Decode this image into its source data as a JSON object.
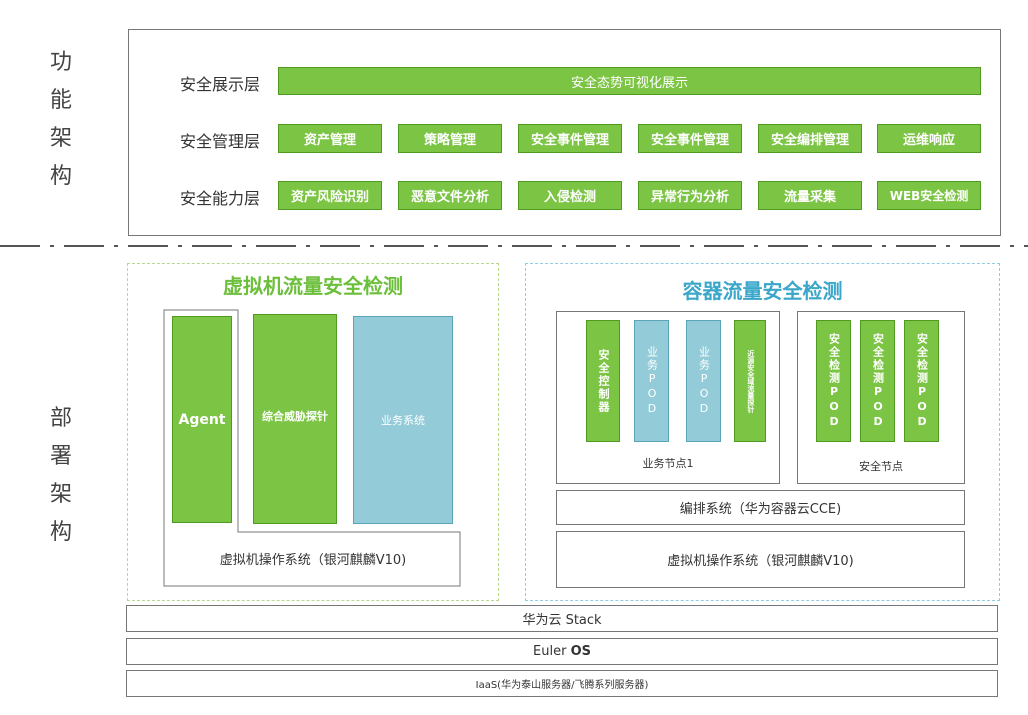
{
  "side_labels": {
    "function": [
      "功",
      "能",
      "架",
      "构"
    ],
    "deploy": [
      "部",
      "署",
      "架",
      "构"
    ]
  },
  "function_arch": {
    "layers": [
      {
        "label": "安全展示层",
        "items": [
          "安全态势可视化展示"
        ]
      },
      {
        "label": "安全管理层",
        "items": [
          "资产管理",
          "策略管理",
          "安全事件管理",
          "安全事件管理",
          "安全编排管理",
          "运维响应"
        ]
      },
      {
        "label": "安全能力层",
        "items": [
          "资产风险识别",
          "恶意文件分析",
          "入侵检测",
          "异常行为分析",
          "流量采集",
          "WEB安全检测"
        ]
      }
    ]
  },
  "vm_section": {
    "title": "虚拟机流量安全检测",
    "agent": "Agent",
    "probe": "综合威胁探针",
    "business": "业务系统",
    "os": "虚拟机操作系统（银河麒麟V10)"
  },
  "container_section": {
    "title": "容器流量安全检测",
    "business_node": {
      "label": "业务节点1",
      "controller": "安全控制器",
      "pod1": "业务POD",
      "pod2": "业务POD",
      "probe": "近源安全域流量探针"
    },
    "security_node": {
      "label": "安全节点",
      "pods": [
        "安全检测POD",
        "安全检测POD",
        "安全检测POD"
      ]
    },
    "orchestration": "编排系统（华为容器云CCE)",
    "os": "虚拟机操作系统（银河麒麟V10)"
  },
  "base_layers": {
    "stack": "华为云 Stack",
    "os_prefix": "Euler ",
    "os_bold": "OS",
    "iaas": "IaaS(华为泰山服务器/飞腾系列服务器)"
  },
  "colors": {
    "green": "#7cc444",
    "blue": "#93ccd8",
    "vm_title": "#6cbf3a",
    "container_title": "#3aa6c9"
  }
}
